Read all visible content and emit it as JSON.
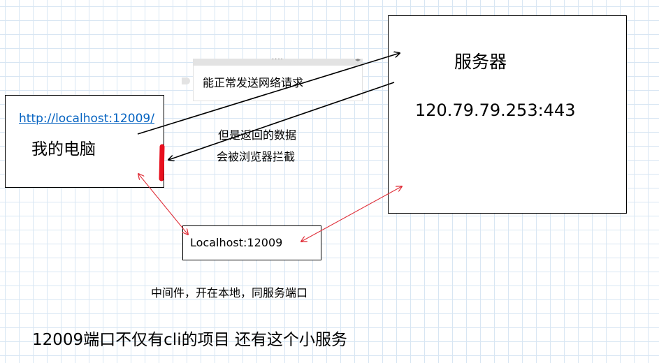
{
  "computer": {
    "url": "http://localhost:12009/",
    "label": "我的电脑"
  },
  "server": {
    "title": "服务器",
    "address": "120.79.79.253:443"
  },
  "middleware": {
    "label": "Localhost:12009",
    "caption": "中间件，开在本地，同服务端口"
  },
  "annotations": {
    "request_ok": "能正常发送网络请求",
    "response_blocked_line1": "但是返回的数据",
    "response_blocked_line2": "会被浏览器拦截"
  },
  "footer_note": "12009端口不仅有cli的项目 还有这个小服务",
  "colors": {
    "grid": "#d8e6f3",
    "link": "#0563c1",
    "middleware_arrows": "#e0303a",
    "marker": "#e8101e"
  }
}
